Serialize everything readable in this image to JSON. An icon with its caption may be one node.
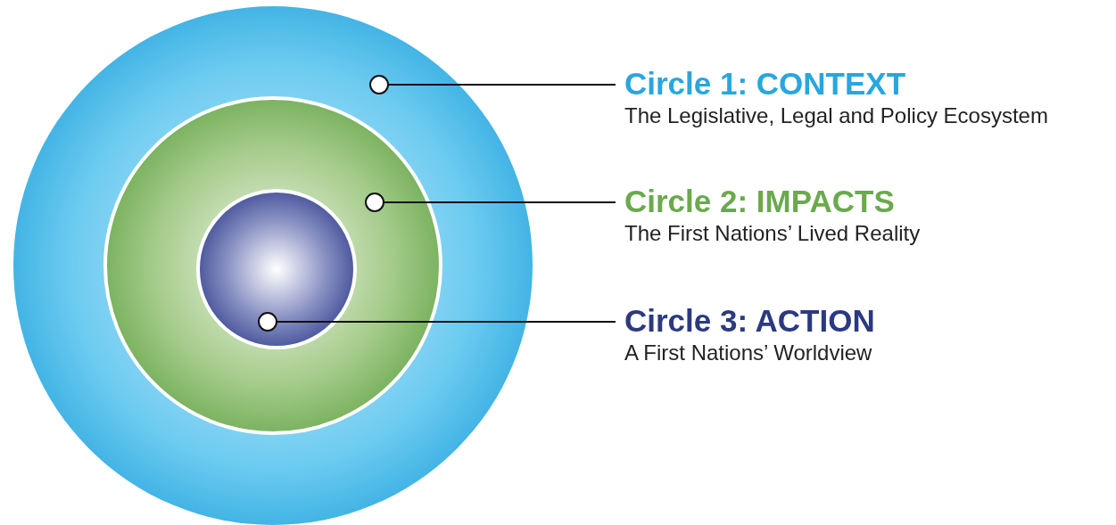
{
  "diagram": {
    "nodes": [
      {
        "text": [],
        "shape": "circle"
      },
      {
        "text": [],
        "shape": "circle",
        "in": 0
      },
      {
        "text": [],
        "shape": "circle",
        "in": 1
      },
      {
        "text": [
          "Circle 1: CONTEXT",
          "The Legislative, Legal and Policy Ecosystem"
        ]
      },
      {
        "text": [
          "Circle 2: IMPACTS",
          "The First Nations’ Lived Reality"
        ]
      },
      {
        "text": [
          "Circle 3: ACTION",
          "A First Nations’ Worldview"
        ]
      }
    ],
    "edges": [
      {
        "from": 3,
        "to": 0,
        "arrow": "other"
      },
      {
        "from": 4,
        "to": 1,
        "arrow": "other"
      },
      {
        "from": 5,
        "to": 2,
        "arrow": "other"
      }
    ]
  }
}
